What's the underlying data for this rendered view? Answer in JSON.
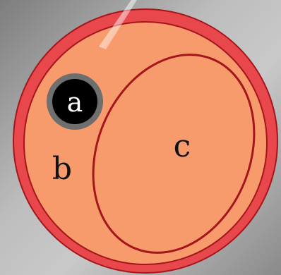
{
  "diagram": {
    "labels": {
      "a": "a",
      "b": "b",
      "c": "c"
    },
    "colors": {
      "background_light": "#c9c9c9",
      "background_dark": "#7d7d7d",
      "outer_ring": "#e8484c",
      "outer_ring_stroke": "#a4161b",
      "fill": "#f79a6c",
      "inner_stroke": "#a4161b",
      "dot_fill": "#000000",
      "dot_ring": "#6f6f6f",
      "dot_text": "#ffffff",
      "label_text": "#111111"
    }
  }
}
